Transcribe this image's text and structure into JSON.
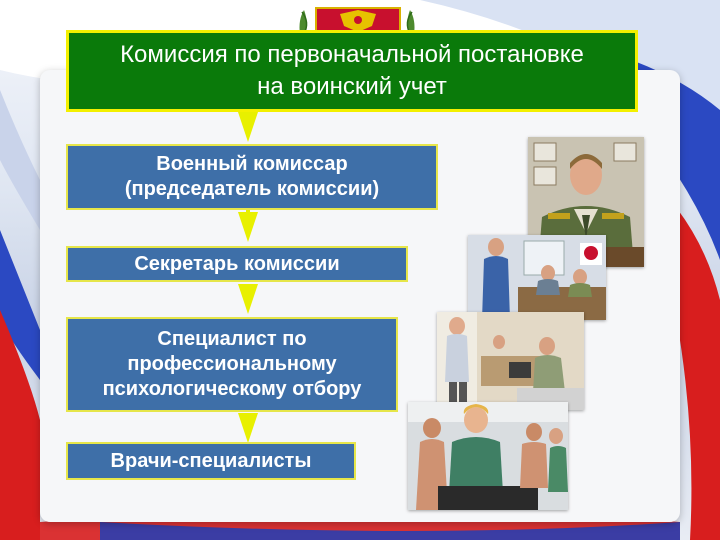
{
  "title": "Комиссия по первоначальной постановке\nна воинский учет",
  "members": [
    {
      "label": "Военный комиссар\n(председатель комиссии)"
    },
    {
      "label": "Секретарь комиссии"
    },
    {
      "label": "Специалист по\nпрофессиональному\nпсихологическому отбору"
    },
    {
      "label": "Врачи-специалисты"
    }
  ],
  "colors": {
    "title_fill": "#0a7a0a",
    "title_border": "#f3f000",
    "node_fill": "#3e6fa8",
    "node_border": "#e6e64a",
    "arrow": "#e8f000",
    "flag_white": "#ffffff",
    "flag_blue": "#1f3fb8",
    "flag_red": "#d81e1e"
  },
  "images": [
    {
      "name": "military-commissar-photo"
    },
    {
      "name": "commission-secretary-photo"
    },
    {
      "name": "psychological-selection-photo"
    },
    {
      "name": "medical-examination-photo"
    }
  ],
  "emblem": {
    "name": "coat-of-arms-icon"
  }
}
